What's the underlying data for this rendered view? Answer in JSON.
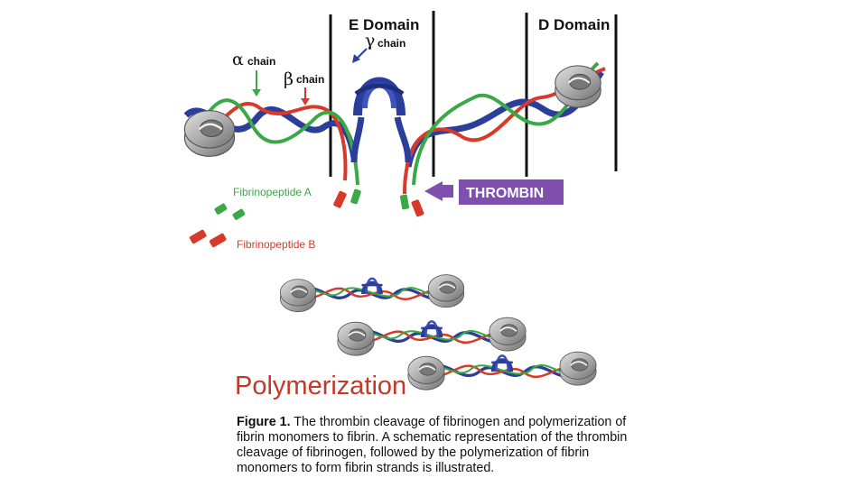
{
  "labels": {
    "e_domain": "E Domain",
    "d_domain": "D Domain",
    "gamma_symbol": "γ",
    "gamma_text": "chain",
    "alpha_symbol": "α",
    "alpha_text": "chain",
    "beta_symbol": "β",
    "beta_text": "chain",
    "fibrinopeptide_a": "Fibrinopeptide A",
    "fibrinopeptide_b": "Fibrinopeptide B",
    "thrombin": "THROMBIN",
    "polymerization": "Polymerization"
  },
  "caption": {
    "label": "Figure 1.",
    "text": " The thrombin cleavage of fibrinogen and polymerization of fibrin monomers to fibrin. A schematic representation of the thrombin cleavage of fibrinogen, followed by the polymerization of fibrin monomers to form fibrin strands is illustrated."
  },
  "colors": {
    "alpha_chain": "#3aa845",
    "beta_chain": "#d73a2a",
    "gamma_chain": "#2c3e9c",
    "thrombin": "#7f4fb0",
    "polymerization_text": "#c0392b",
    "d_nodule": "#9a9a9a"
  }
}
